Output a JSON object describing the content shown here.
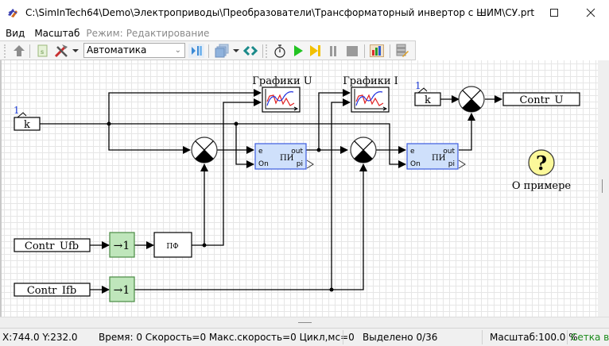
{
  "window": {
    "title": "C:\\SimInTech64\\Demo\\Электроприводы\\Преобразователи\\Трансформаторный инвертор с ШИМ\\СУ.prt",
    "minimize_icon": "minimize-icon",
    "maximize_icon": "maximize-icon",
    "close_icon": "close-icon"
  },
  "menu": {
    "items": [
      {
        "label": "Вид"
      },
      {
        "label": "Масштаб"
      }
    ],
    "mode_label": "Режим:",
    "mode_value": "Редактирование"
  },
  "toolbar": {
    "buttons": [
      {
        "icon": "up-arrow-icon"
      },
      {
        "icon": "script-icon"
      },
      {
        "icon": "tools-icon"
      },
      {
        "icon": "align-icon"
      },
      {
        "icon": "layers-icon"
      },
      {
        "icon": "link-icon"
      },
      {
        "icon": "stopwatch-icon"
      },
      {
        "icon": "play-icon"
      },
      {
        "icon": "step-icon"
      },
      {
        "icon": "pause-icon"
      },
      {
        "icon": "stop-icon"
      },
      {
        "icon": "chart-icon"
      },
      {
        "icon": "edit-list-icon"
      }
    ],
    "palette_combo": "Автоматика"
  },
  "diagram": {
    "const_label": "k",
    "const_value": "1",
    "plot_u_label": "Графики U",
    "plot_i_label": "Графики I",
    "pi_label": "ПИ",
    "pi_port_e": "e",
    "pi_port_on": "On",
    "pi_port_out": "out",
    "pi_port_pi": "pi",
    "filter_label": "ПФ",
    "gain_label": "→1",
    "out_label": "Contr_U",
    "in_ufb_label": "Contr_Ufb",
    "in_ifb_label": "Contr_Ifb",
    "help_symbol": "?",
    "help_label": "О примере"
  },
  "status": {
    "coords": "X:744.0  Y:232.0",
    "sim_info": "Время: 0 Скорость=0 Макс.скорость=0 Цикл,мс=0",
    "selected": "Выделено 0/36",
    "zoom": "Масштаб:100.0 %",
    "grid": "Сетка вкл",
    "grid_color": "#1a8a1a"
  }
}
